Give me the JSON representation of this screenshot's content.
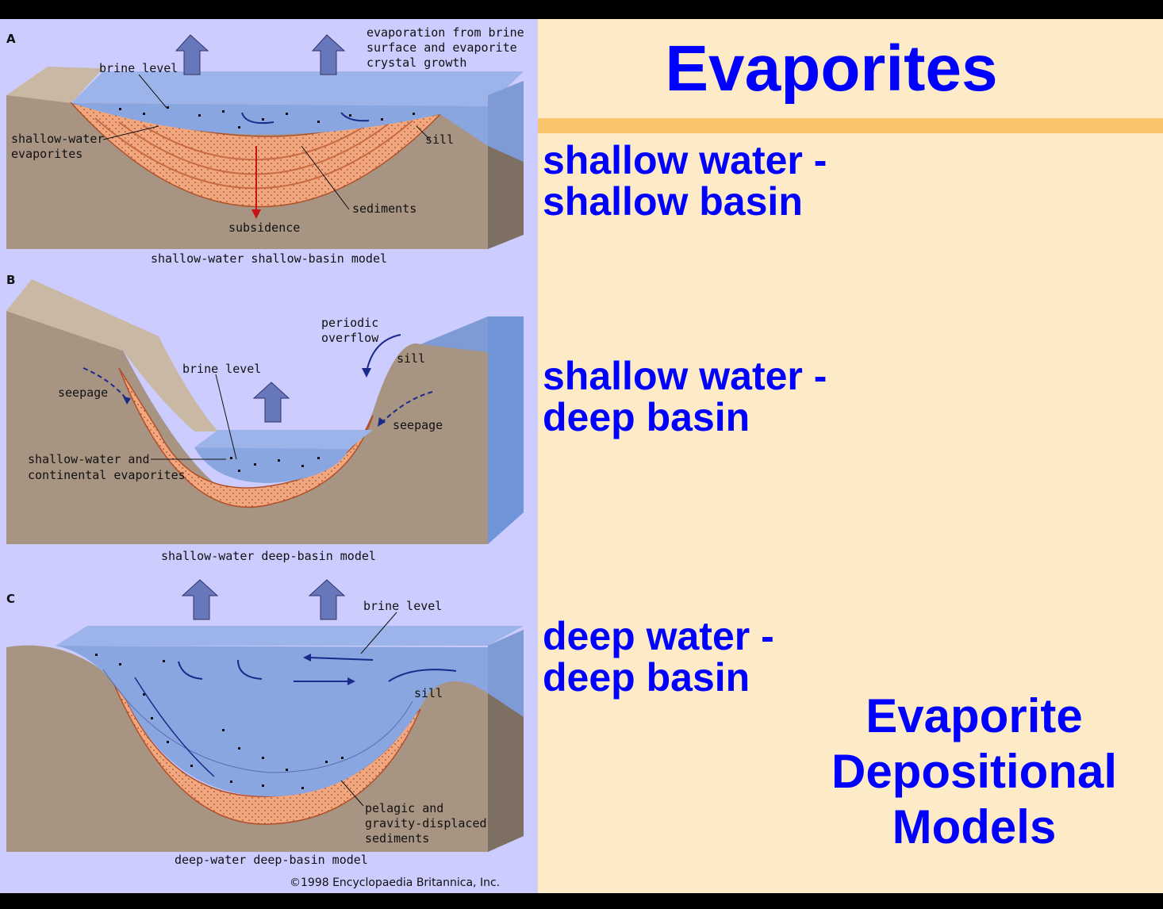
{
  "slide": {
    "title": "Evaporites",
    "bullets": [
      {
        "line1": "shallow water -",
        "line2": "shallow basin"
      },
      {
        "line1": "shallow water -",
        "line2": "deep basin"
      },
      {
        "line1": "deep water -",
        "line2": "deep basin"
      }
    ],
    "subtitle": {
      "line1": "Evaporite",
      "line2": "Depositional",
      "line3": "Models"
    },
    "colors": {
      "text": "#0000ff",
      "background": "#fdebc7",
      "divider": "#f9c46a"
    }
  },
  "figure": {
    "panel_a": {
      "letter": "A",
      "caption": "shallow-water shallow-basin model",
      "labels": {
        "evap1": "evaporation from brine",
        "evap2": "surface and evaporite",
        "evap3": "crystal growth",
        "brine": "brine level",
        "swe1": "shallow-water",
        "swe2": "evaporites",
        "sill": "sill",
        "sediments": "sediments",
        "subsidence": "subsidence"
      }
    },
    "panel_b": {
      "letter": "B",
      "caption": "shallow-water deep-basin model",
      "labels": {
        "periodic1": "periodic",
        "periodic2": "overflow",
        "sill": "sill",
        "brine": "brine level",
        "seepage_left": "seepage",
        "seepage_right": "seepage",
        "swce1": "shallow-water and",
        "swce2": "continental evaporites"
      }
    },
    "panel_c": {
      "letter": "C",
      "caption": "deep-water deep-basin model",
      "labels": {
        "brine": "brine level",
        "sill": "sill",
        "pelagic1": "pelagic and",
        "pelagic2": "gravity-displaced",
        "pelagic3": "sediments"
      }
    },
    "copyright": "©1998 Encyclopaedia Britannica, Inc."
  }
}
